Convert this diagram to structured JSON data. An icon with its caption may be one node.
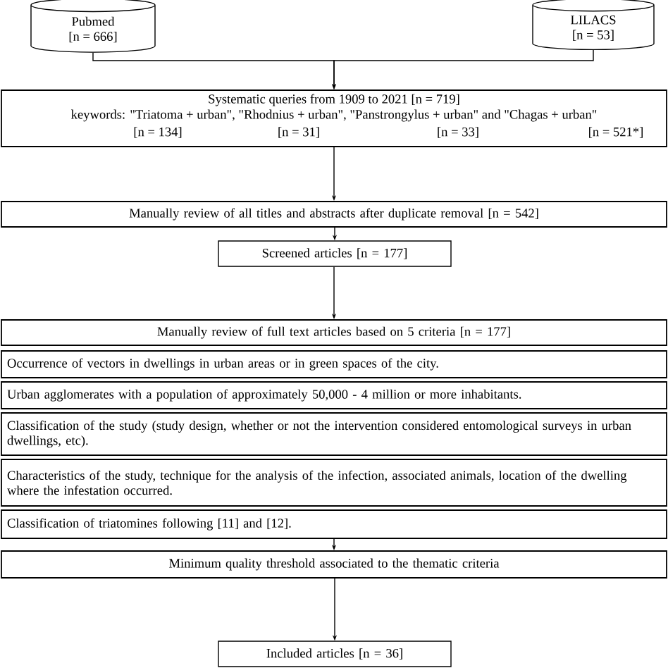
{
  "diagram": {
    "nodes": [
      {
        "text": [
          "Pubmed",
          "[n = 666]"
        ]
      },
      {
        "text": [
          "LILACS",
          "[n = 53]"
        ]
      },
      {
        "text": [
          "Systematic queries from 1909 to 2021 [n = 719]",
          "keywords: \"Triatoma + urban\", \"Rhodnius + urban\", \"Panstrongylus + urban\" and \"Chagas + urban\"",
          "[n = 134]",
          "[n = 31]",
          "[n = 33]",
          "[n = 521*]"
        ]
      },
      {
        "text": [
          "Manually review of all titles and abstracts after duplicate removal [n = 542]"
        ]
      },
      {
        "text": [
          "Screened articles [n = 177]"
        ]
      },
      {
        "text": [
          "Manually review of full text articles based on 5 criteria [n = 177]"
        ]
      },
      {
        "text": [
          "Occurrence of vectors in dwellings in urban areas or in green spaces of the city."
        ]
      },
      {
        "text": [
          "Urban agglomerates with a population of approximately 50,000 - 4 million or more inhabitants."
        ]
      },
      {
        "text": [
          "Classification of the study (study design, whether or not the intervention considered entomological surveys in urban dwellings, etc)."
        ]
      },
      {
        "text": [
          "Characteristics of the study, technique for the analysis of the infection, associated animals, location of the dwelling where the infestation occurred."
        ]
      },
      {
        "text": [
          "Classification of triatomines following [11] and [12]."
        ]
      },
      {
        "text": [
          "Minimum quality threshold associated to the thematic criteria"
        ]
      },
      {
        "text": [
          "Included articles [n = 36]"
        ]
      }
    ],
    "edges": [
      {
        "from": 0,
        "to": 2,
        "arrow": "to"
      },
      {
        "from": 1,
        "to": 2,
        "arrow": "to"
      },
      {
        "from": 2,
        "to": 3,
        "arrow": "to"
      },
      {
        "from": 3,
        "to": 4,
        "arrow": "to"
      },
      {
        "from": 4,
        "to": 5,
        "arrow": "to"
      },
      {
        "from": 10,
        "to": 11,
        "arrow": "to"
      },
      {
        "from": 11,
        "to": 12,
        "arrow": "to"
      }
    ]
  }
}
